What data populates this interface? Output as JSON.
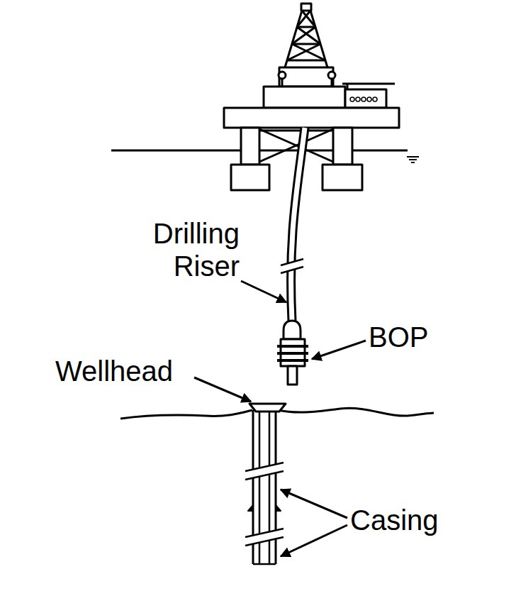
{
  "diagram": {
    "labels": [
      "Drilling Riser",
      "BOP",
      "Wellhead",
      "Casing"
    ]
  }
}
